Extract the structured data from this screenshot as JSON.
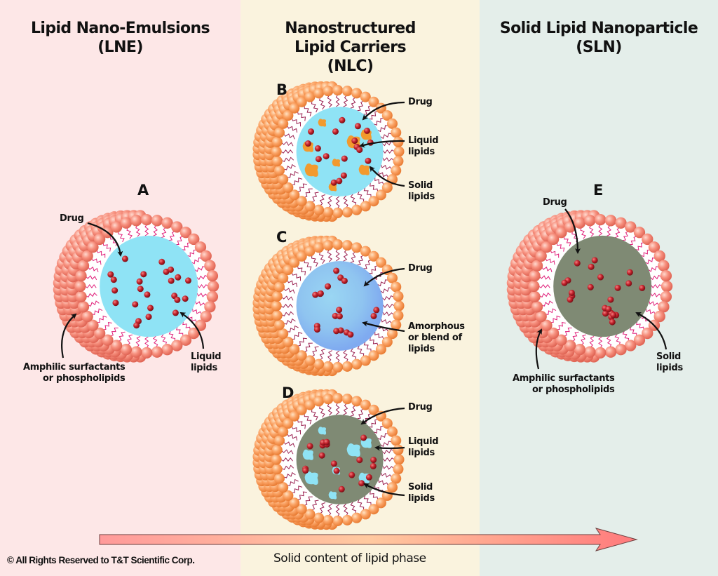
{
  "panels": [
    {
      "id": "lne",
      "title_line1": "Lipid Nano-Emulsions",
      "title_line2": "(LNE)",
      "background": "#fde7e7"
    },
    {
      "id": "nlc",
      "title_line1": "Nanostructured",
      "title_line2": "Lipid Carriers",
      "title_line3": "(NLC)",
      "background": "#faf3de"
    },
    {
      "id": "sln",
      "title_line1": "Solid Lipid Nanoparticle",
      "title_line2": "(SLN)",
      "background": "#e4eeea"
    }
  ],
  "particles": {
    "A": {
      "letter": "A",
      "core": "liquid",
      "core_color": "#8fe3f5",
      "shell_color": "#f58a7c",
      "labels": {
        "drug": "Drug",
        "core": "Liquid lipids",
        "core_l1": "Liquid",
        "core_l2": "lipids",
        "shell_l1": "Amphilic surfactants",
        "shell_l2": "or phospholipids"
      }
    },
    "B": {
      "letter": "B",
      "core": "liquid with solid inclusions",
      "core_color": "#8fe3f5",
      "inclusion_color": "#f29a2e",
      "shell_color": "#f9a066",
      "labels": {
        "drug": "Drug",
        "core_l1": "Liquid",
        "core_l2": "lipids",
        "incl_l1": "Solid",
        "incl_l2": "lipids"
      }
    },
    "C": {
      "letter": "C",
      "core": "amorphous",
      "core_color": "#8fd0f2",
      "shell_color": "#f9a066",
      "labels": {
        "drug": "Drug",
        "core_l1": "Amorphous",
        "core_l2": "or blend of",
        "core_l3": "lipids"
      }
    },
    "D": {
      "letter": "D",
      "core": "solid with liquid inclusions",
      "core_color": "#7f8a74",
      "inclusion_color": "#8fe3f5",
      "shell_color": "#f9a066",
      "labels": {
        "drug": "Drug",
        "incl_l1": "Liquid",
        "incl_l2": "lipids",
        "core_l1": "Solid",
        "core_l2": "lipids"
      }
    },
    "E": {
      "letter": "E",
      "core": "solid",
      "core_color": "#7f8a74",
      "shell_color": "#f58a7c",
      "labels": {
        "drug": "Drug",
        "core_l1": "Solid",
        "core_l2": "lipids",
        "shell_l1": "Amphilic surfactants",
        "shell_l2": "or phospholipids"
      }
    }
  },
  "drug_color": "#c0202a",
  "axis": {
    "label": "Solid content of lipid phase",
    "direction": "increasing to the right",
    "gradient": [
      "#ff9a9a",
      "#ffc9a0",
      "#ff7f80"
    ]
  },
  "copyright": "© All Rights Reserved to T&T Scientific Corp."
}
